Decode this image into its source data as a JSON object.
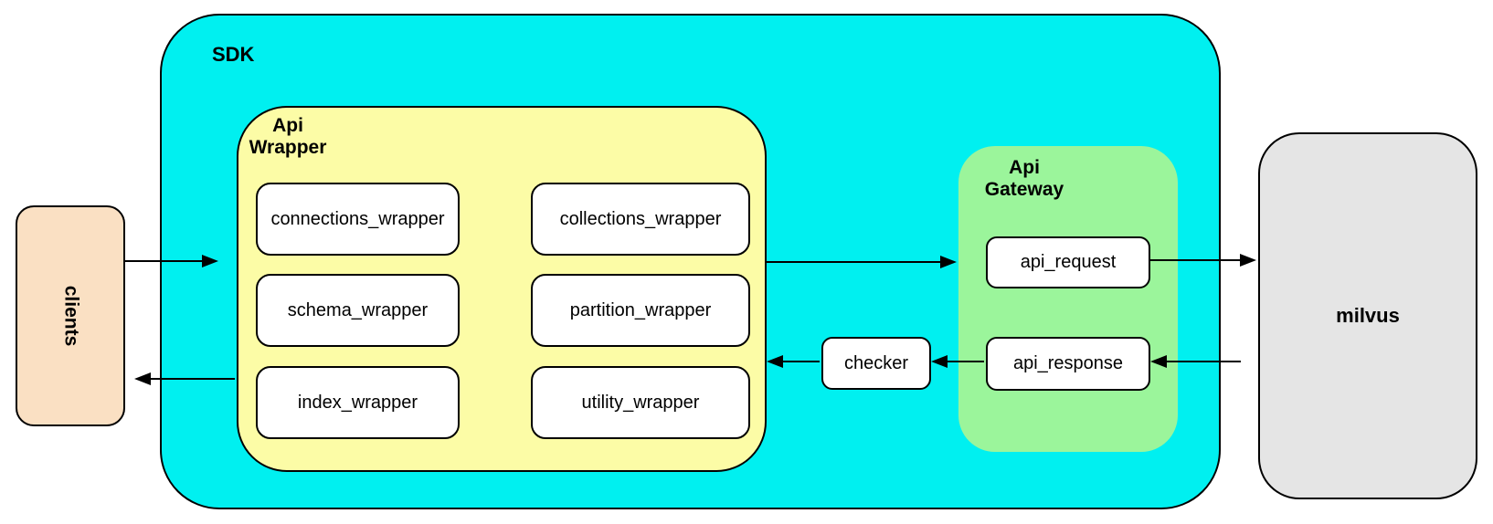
{
  "diagram": {
    "clients": {
      "label": "clients",
      "fill": "#FAE0C3"
    },
    "sdk": {
      "label": "SDK",
      "fill": "#00F0F0"
    },
    "api_wrapper": {
      "label_line1": "Api",
      "label_line2": "Wrapper",
      "fill": "#FCFCA6",
      "boxes": [
        {
          "label": "connections_wrapper"
        },
        {
          "label": "collections_wrapper"
        },
        {
          "label": "schema_wrapper"
        },
        {
          "label": "partition_wrapper"
        },
        {
          "label": "index_wrapper"
        },
        {
          "label": "utility_wrapper"
        }
      ]
    },
    "checker": {
      "label": "checker"
    },
    "api_gateway": {
      "label_line1": "Api",
      "label_line2": "Gateway",
      "fill": "#9BF59B",
      "request_label": "api_request",
      "response_label": "api_response"
    },
    "milvus": {
      "label": "milvus",
      "fill": "#E5E5E5"
    }
  }
}
